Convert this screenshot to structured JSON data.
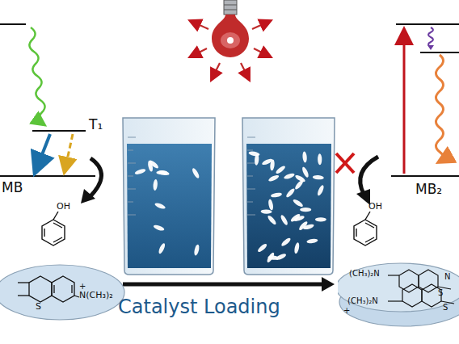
{
  "diagram": {
    "nodes": [
      {
        "text": [
          "S",
          "N(CH₃)₂"
        ]
      },
      {
        "text": [
          "(CH₃)₂N",
          "(CH₃)₂N",
          "N",
          "S",
          "S"
        ]
      }
    ],
    "labels": [
      "T₁",
      "MB",
      "OH",
      "OH",
      "Catalyst Loading",
      "MB₂",
      "+",
      "+"
    ]
  }
}
